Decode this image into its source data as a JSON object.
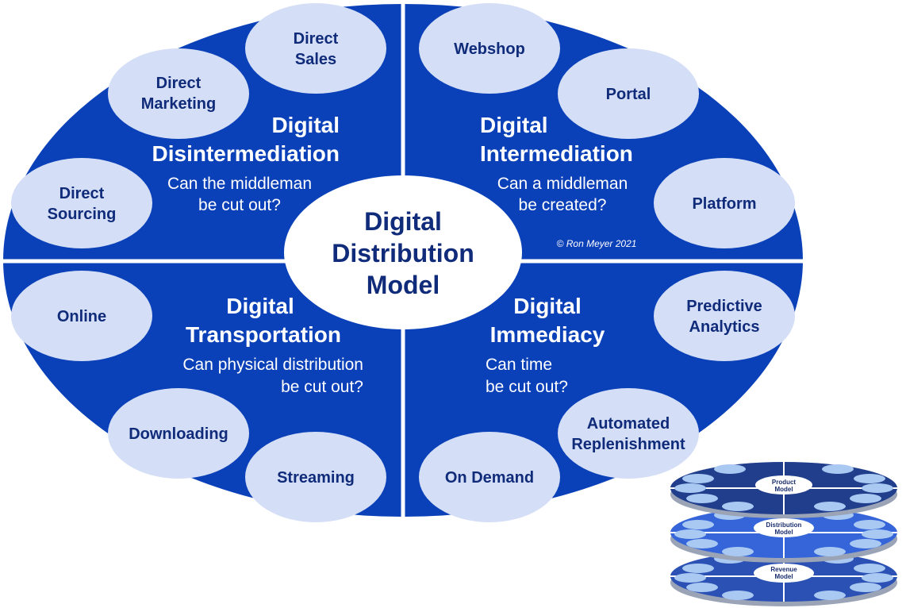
{
  "diagram": {
    "center": {
      "line1": "Digital",
      "line2": "Distribution",
      "line3": "Model"
    },
    "copyright": "© Ron Meyer 2021",
    "quadrants": {
      "disintermediation": {
        "title1": "Digital",
        "title2": "Disintermediation",
        "q1": "Can the middleman",
        "q2": "be cut out?",
        "bubbles": [
          {
            "l1": "Direct",
            "l2": "Sales"
          },
          {
            "l1": "Direct",
            "l2": "Marketing"
          },
          {
            "l1": "Direct",
            "l2": "Sourcing"
          }
        ]
      },
      "intermediation": {
        "title1": "Digital",
        "title2": "Intermediation",
        "q1": "Can a middleman",
        "q2": "be created?",
        "bubbles": [
          {
            "l1": "Webshop"
          },
          {
            "l1": "Portal"
          },
          {
            "l1": "Platform"
          }
        ]
      },
      "transportation": {
        "title1": "Digital",
        "title2": "Transportation",
        "q1": "Can physical distribution",
        "q2": "be cut out?",
        "bubbles": [
          {
            "l1": "Online"
          },
          {
            "l1": "Downloading"
          },
          {
            "l1": "Streaming"
          }
        ]
      },
      "immediacy": {
        "title1": "Digital",
        "title2": "Immediacy",
        "q1": "Can time",
        "q2": "be cut out?",
        "bubbles": [
          {
            "l1": "Predictive",
            "l2": "Analytics"
          },
          {
            "l1": "Automated",
            "l2": "Replenishment"
          },
          {
            "l1": "On Demand"
          }
        ]
      }
    },
    "stack": [
      {
        "l1": "Product",
        "l2": "Model"
      },
      {
        "l1": "Distribution",
        "l2": "Model"
      },
      {
        "l1": "Revenue",
        "l2": "Model"
      }
    ]
  },
  "colors": {
    "main_blue": "#0a40b8",
    "bubble_fill": "#d4def6",
    "dark_text": "#0f2b7a",
    "stack_dark": "#203e8c",
    "stack_mid": "#3565d9",
    "stack_light": "#2c51b5",
    "stack_bubble": "#a9c9f2"
  }
}
